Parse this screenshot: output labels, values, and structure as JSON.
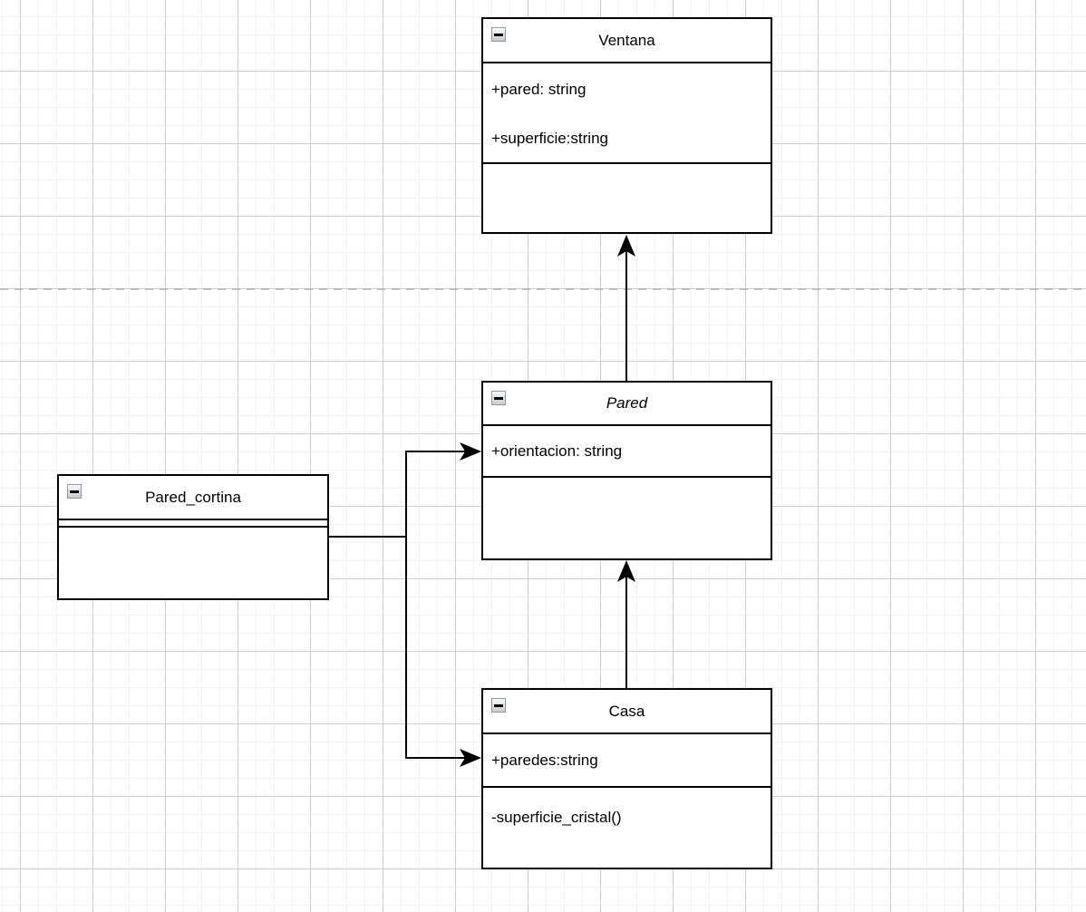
{
  "canvas": {
    "background": "#ffffff",
    "grid_minor_color": "#f3f3f3",
    "grid_major_color": "#cfcfcf",
    "page_divider_color": "#b0b0b0",
    "shape_border_color": "#000000",
    "shape_fill_color": "#ffffff"
  },
  "icons": {
    "collapse": "collapse-minus-icon"
  },
  "classes": {
    "ventana": {
      "title": "Ventana",
      "attributes": [
        "+pared: string",
        "+superficie:string"
      ],
      "methods": []
    },
    "pared": {
      "title": "Pared",
      "italic_abstract": true,
      "attributes": [
        "+orientacion: string"
      ],
      "methods": []
    },
    "pared_cortina": {
      "title": "Pared_cortina",
      "attributes": [],
      "methods": []
    },
    "casa": {
      "title": "Casa",
      "attributes": [
        "+paredes:string"
      ],
      "methods": [
        "-superficie_cristal()"
      ]
    }
  },
  "connections": [
    {
      "from": "Pared",
      "to": "Ventana",
      "arrow": "filled-arrowhead",
      "direction": "up"
    },
    {
      "from": "Casa",
      "to": "Pared",
      "arrow": "filled-arrowhead",
      "direction": "up"
    },
    {
      "from": "Pared_cortina",
      "to": "Pared",
      "arrow": "filled-arrowhead",
      "direction": "right"
    },
    {
      "from": "Pared_cortina",
      "to": "Casa",
      "arrow": "filled-arrowhead",
      "direction": "right"
    }
  ]
}
